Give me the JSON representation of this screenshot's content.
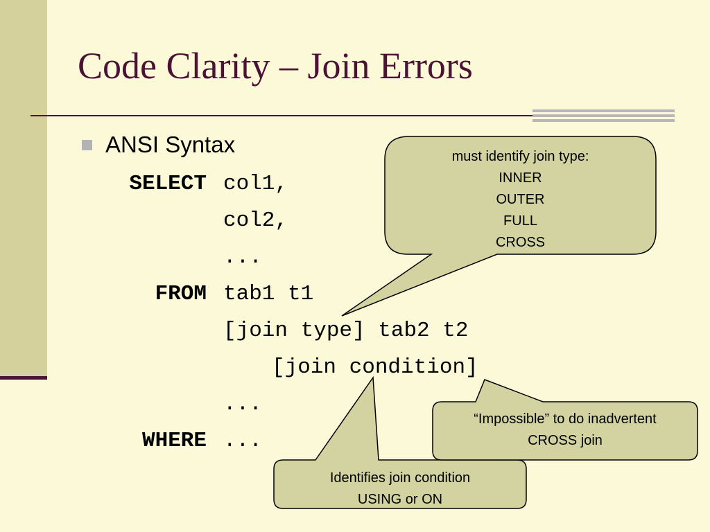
{
  "slide": {
    "title": "Code Clarity – Join Errors",
    "bullet": "ANSI Syntax"
  },
  "code": {
    "select_kw": "SELECT",
    "from_kw": "FROM",
    "where_kw": "WHERE",
    "line1": "col1,",
    "line2": "col2,",
    "line3": "...",
    "line4": "tab1 t1",
    "line5": "[join type] tab2 t2",
    "line6": "[join condition]",
    "line7": "...",
    "line8": "..."
  },
  "callouts": {
    "join_type": {
      "heading": "must identify join type:",
      "items": [
        "INNER",
        "OUTER",
        "FULL",
        "CROSS"
      ]
    },
    "join_condition": [
      "Identifies join condition",
      "USING or ON"
    ],
    "cross_join": [
      "“Impossible” to do inadvertent",
      "CROSS join"
    ]
  },
  "colors": {
    "background": "#fbf9d8",
    "title": "#4b1236",
    "callout_fill": "#d2d3a0",
    "left_band": "#d4d19d"
  }
}
